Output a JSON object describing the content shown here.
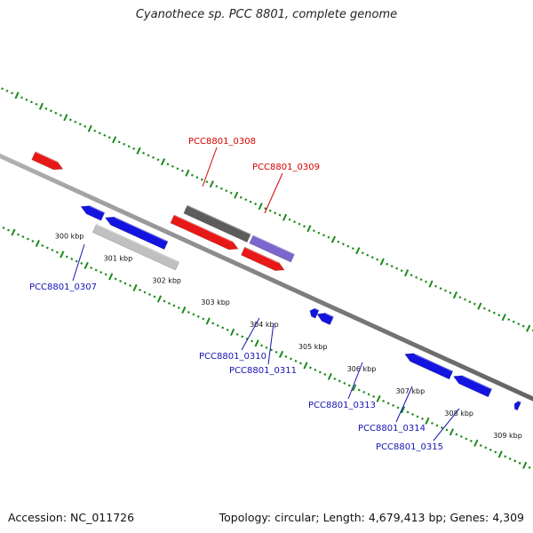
{
  "header": {
    "title": "Cyanothece sp. PCC 8801, complete genome"
  },
  "footer": {
    "accession": "Accession: NC_011726",
    "summary": "Topology: circular; Length: 4,679,413 bp; Genes: 4,309"
  },
  "colors": {
    "forward_label": "#d40000",
    "reverse_label": "#1414b4",
    "backbone": "#808080",
    "tick_marks": "#1a8a1a"
  },
  "ruler": [
    {
      "label": "300 kbp",
      "kb": 300
    },
    {
      "label": "301 kbp",
      "kb": 301
    },
    {
      "label": "302 kbp",
      "kb": 302
    },
    {
      "label": "303 kbp",
      "kb": 303
    },
    {
      "label": "304 kbp",
      "kb": 304
    },
    {
      "label": "305 kbp",
      "kb": 305
    },
    {
      "label": "306 kbp",
      "kb": 306
    },
    {
      "label": "307 kbp",
      "kb": 307
    },
    {
      "label": "308 kbp",
      "kb": 308
    },
    {
      "label": "309 kbp",
      "kb": 309
    }
  ],
  "genes": [
    {
      "label": "",
      "strand": "forward",
      "ring": 1,
      "start_kb": 298.75,
      "end_kb": 299.35,
      "color": "#e81818",
      "arrow": true
    },
    {
      "label": "PCC8801_0308",
      "strand": "forward",
      "ring": 2,
      "start_kb": 301.75,
      "end_kb": 303.05,
      "color": "#5c5c5c",
      "arrow": false
    },
    {
      "label": "",
      "strand": "forward",
      "ring": 1,
      "start_kb": 301.6,
      "end_kb": 302.95,
      "color": "#e81818",
      "arrow": true
    },
    {
      "label": "PCC8801_0309",
      "strand": "forward",
      "ring": 2,
      "start_kb": 303.1,
      "end_kb": 303.95,
      "color": "#7a66cc",
      "arrow": false
    },
    {
      "label": "",
      "strand": "forward",
      "ring": 1,
      "start_kb": 303.05,
      "end_kb": 303.9,
      "color": "#e81818",
      "arrow": true
    },
    {
      "label": "",
      "strand": "reverse",
      "ring": 1,
      "start_kb": 299.95,
      "end_kb": 300.4,
      "color": "#1414e0",
      "arrow": true
    },
    {
      "label": "PCC8801_0307",
      "strand": "reverse",
      "ring": 1,
      "start_kb": 300.45,
      "end_kb": 301.7,
      "color": "#1414e0",
      "arrow": true
    },
    {
      "label": "",
      "strand": "reverse",
      "ring": 2,
      "start_kb": 300.35,
      "end_kb": 302.05,
      "color": "#c0c0c0",
      "arrow": false
    },
    {
      "label": "PCC8801_0310",
      "strand": "reverse",
      "ring": 1,
      "start_kb": 304.65,
      "end_kb": 304.8,
      "color": "#1414e0",
      "arrow": true
    },
    {
      "label": "PCC8801_0311",
      "strand": "reverse",
      "ring": 1,
      "start_kb": 304.8,
      "end_kb": 305.1,
      "color": "#1414e0",
      "arrow": true
    },
    {
      "label": "PCC8801_0313",
      "strand": "reverse",
      "ring": 1,
      "start_kb": 306.6,
      "end_kb": 307.55,
      "color": "#1414e0",
      "arrow": true
    },
    {
      "label": "PCC8801_0314",
      "strand": "reverse",
      "ring": 1,
      "start_kb": 307.6,
      "end_kb": 308.35,
      "color": "#1414e0",
      "arrow": true
    },
    {
      "label": "PCC8801_0315",
      "strand": "reverse",
      "ring": 1,
      "start_kb": 308.85,
      "end_kb": 308.95,
      "color": "#1414e0",
      "arrow": true
    },
    {
      "label": "",
      "strand": "reverse",
      "ring": 1,
      "start_kb": 310.2,
      "end_kb": 310.8,
      "color": "#1414e0",
      "arrow": true
    },
    {
      "label": "",
      "strand": "reverse",
      "ring": 2,
      "start_kb": 309.85,
      "end_kb": 310.8,
      "color": "#1ad0d0",
      "arrow": false
    }
  ]
}
